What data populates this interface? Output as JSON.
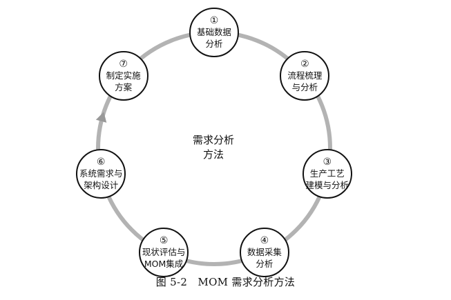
{
  "diagram": {
    "center_label": [
      "需求分析",
      "方法"
    ],
    "nodes": [
      {
        "num": "①",
        "lines": [
          "基础数据",
          "分析"
        ]
      },
      {
        "num": "②",
        "lines": [
          "流程梳理",
          "与分析"
        ]
      },
      {
        "num": "③",
        "lines": [
          "生产工艺",
          "建模与分析"
        ]
      },
      {
        "num": "④",
        "lines": [
          "数据采集",
          "分析"
        ]
      },
      {
        "num": "⑤",
        "lines": [
          "现状评估与",
          "MOM集成"
        ]
      },
      {
        "num": "⑥",
        "lines": [
          "系统需求与",
          "架构设计"
        ]
      },
      {
        "num": "⑦",
        "lines": [
          "制定实施",
          "方案"
        ]
      }
    ],
    "colors": {
      "ring": "#b3b3b3",
      "node_border": "#111111",
      "arrow": "#999999"
    }
  },
  "caption": {
    "figure_no": "图 5-2",
    "title": "MOM 需求分析方法"
  }
}
